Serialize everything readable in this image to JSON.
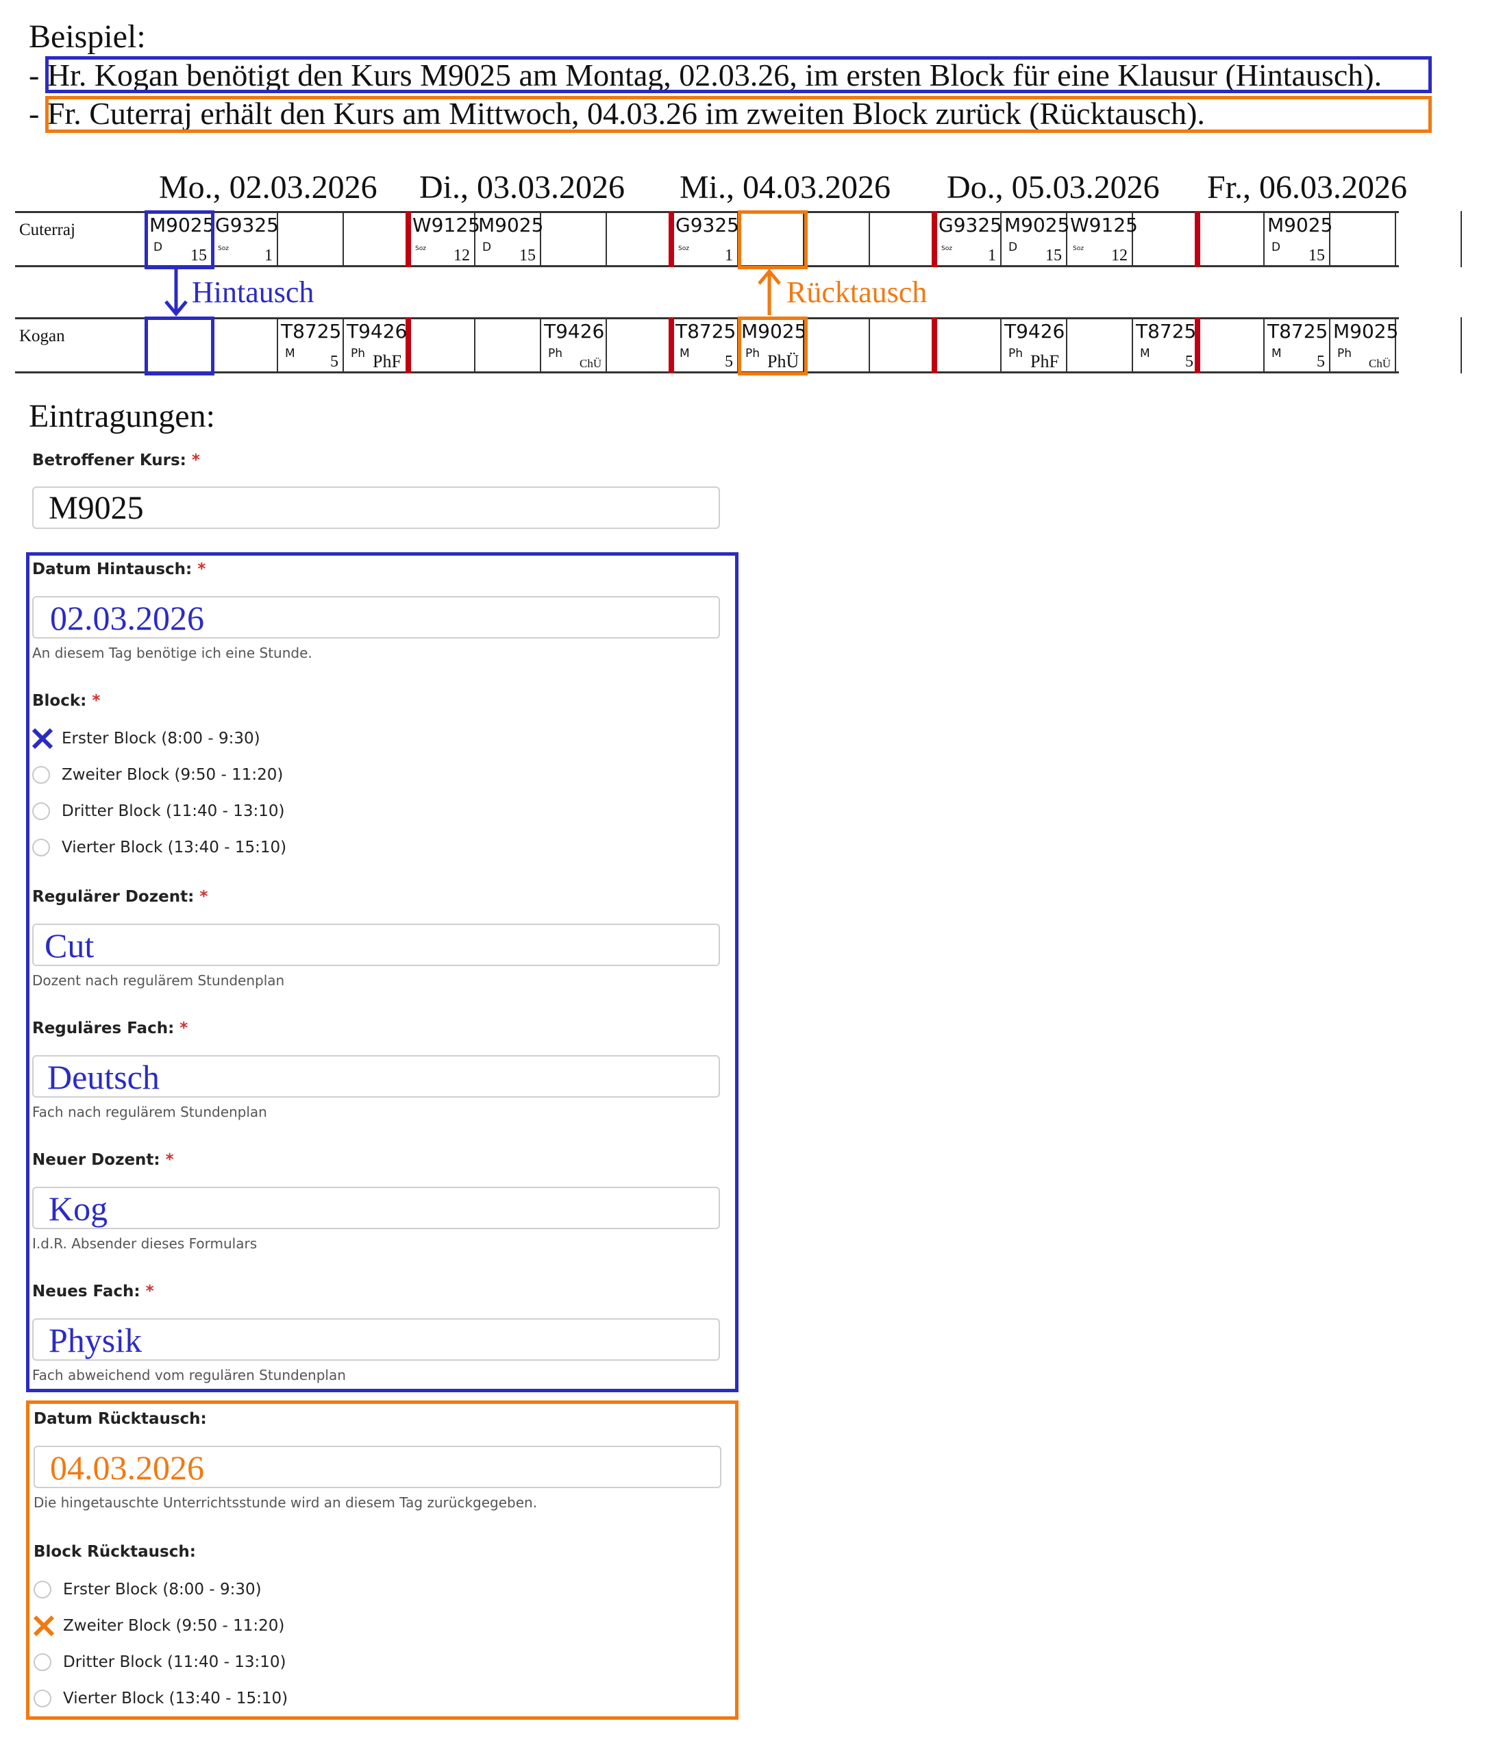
{
  "colors": {
    "hin": "#2b2bc4",
    "rueck": "#f07a12",
    "red": "#c00012"
  },
  "example": {
    "title": "Beispiel:",
    "line1_prefix": "-",
    "line1": "Hr. Kogan benötigt den Kurs M9025 am Montag, 02.03.26, im ersten Block für eine Klausur (Hintausch).",
    "line2_prefix": "-",
    "line2": "Fr. Cuterraj erhält den Kurs am Mittwoch, 04.03.26 im zweiten Block zurück (Rücktausch)."
  },
  "schedule": {
    "days": [
      "Mo., 02.03.2026",
      "Di., 03.03.2026",
      "Mi., 04.03.2026",
      "Do., 05.03.2026",
      "Fr., 06.03.2026"
    ],
    "rows": [
      {
        "teacher": "Cuterraj",
        "cells": [
          {
            "code": "M9025",
            "subject": "D",
            "num": "15"
          },
          {
            "code": "G9325",
            "tiny": "Soz",
            "num": "1"
          },
          {},
          {},
          {
            "code": "W9125",
            "tiny": "Soz",
            "num": "12"
          },
          {
            "code": "M9025",
            "subject": "D",
            "num": "15"
          },
          {},
          {},
          {
            "code": "G9325",
            "tiny": "Soz",
            "num": "1"
          },
          {},
          {},
          {},
          {
            "code": "G9325",
            "tiny": "Soz",
            "num": "1"
          },
          {
            "code": "M9025",
            "subject": "D",
            "num": "15"
          },
          {
            "code": "W9125",
            "tiny": "Soz",
            "num": "12"
          },
          {},
          {},
          {
            "code": "M9025",
            "subject": "D",
            "num": "15"
          },
          {},
          {}
        ]
      },
      {
        "teacher": "Kogan",
        "cells": [
          {},
          {},
          {
            "code": "T8725",
            "subject": "M",
            "num": "5"
          },
          {
            "code": "T9426",
            "subject": "Ph",
            "room": "PhF"
          },
          {},
          {},
          {
            "code": "T9426",
            "subject": "Ph",
            "room_small": "ChÜ"
          },
          {},
          {
            "code": "T8725",
            "subject": "M",
            "num": "5"
          },
          {
            "code": "M9025",
            "subject": "Ph",
            "room": "PhÜ"
          },
          {},
          {},
          {},
          {
            "code": "T9426",
            "subject": "Ph",
            "room": "PhF"
          },
          {},
          {
            "code": "T8725",
            "subject": "M",
            "num": "5"
          },
          {},
          {
            "code": "T8725",
            "subject": "M",
            "num": "5"
          },
          {
            "code": "M9025",
            "subject": "Ph",
            "room_small": "ChÜ"
          },
          {}
        ]
      }
    ],
    "arrow_hin": "Hintausch",
    "arrow_rueck": "Rücktausch"
  },
  "form": {
    "title": "Eintragungen:",
    "required_mark": "*",
    "kurs": {
      "label": "Betroffener Kurs:",
      "value": "M9025"
    },
    "datum_hin": {
      "label": "Datum Hintausch:",
      "value": "02.03.2026",
      "help": "An diesem Tag benötige ich eine Stunde."
    },
    "block_hin": {
      "label": "Block:",
      "options": [
        "Erster Block (8:00 - 9:30)",
        "Zweiter Block (9:50 - 11:20)",
        "Dritter Block (11:40 - 13:10)",
        "Vierter Block (13:40 - 15:10)"
      ],
      "selected": 0
    },
    "dozent": {
      "label": "Regulärer Dozent:",
      "value": "Cut",
      "help": "Dozent nach regulärem Stundenplan"
    },
    "fach": {
      "label": "Reguläres Fach:",
      "value": "Deutsch",
      "help": "Fach nach regulärem Stundenplan"
    },
    "neuer_dozent": {
      "label": "Neuer Dozent:",
      "value": "Kog",
      "help": "I.d.R. Absender dieses Formulars"
    },
    "neues_fach": {
      "label": "Neues Fach:",
      "value": "Physik",
      "help": "Fach abweichend vom regulären Stundenplan"
    },
    "datum_rueck": {
      "label": "Datum Rücktausch:",
      "value": "04.03.2026",
      "help": "Die hingetauschte Unterrichtsstunde wird an diesem Tag zurückgegeben."
    },
    "block_rueck": {
      "label": "Block Rücktausch:",
      "options": [
        "Erster Block (8:00 - 9:30)",
        "Zweiter Block (9:50 - 11:20)",
        "Dritter Block (11:40 - 13:10)",
        "Vierter Block (13:40 - 15:10)"
      ],
      "selected": 1
    }
  }
}
